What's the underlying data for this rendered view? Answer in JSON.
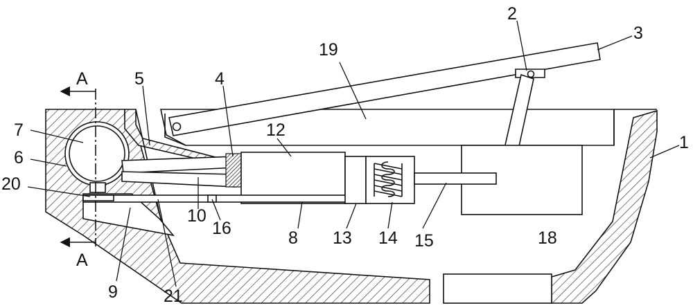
{
  "labels": {
    "n1": "1",
    "n2": "2",
    "n3": "3",
    "n4": "4",
    "n5": "5",
    "n6": "6",
    "n7": "7",
    "n8": "8",
    "n9": "9",
    "n10": "10",
    "n12": "12",
    "n13": "13",
    "n14": "14",
    "n15": "15",
    "n16": "16",
    "n18": "18",
    "n19": "19",
    "n20": "20",
    "n21": "21",
    "section_top": "A",
    "section_bottom": "A"
  }
}
